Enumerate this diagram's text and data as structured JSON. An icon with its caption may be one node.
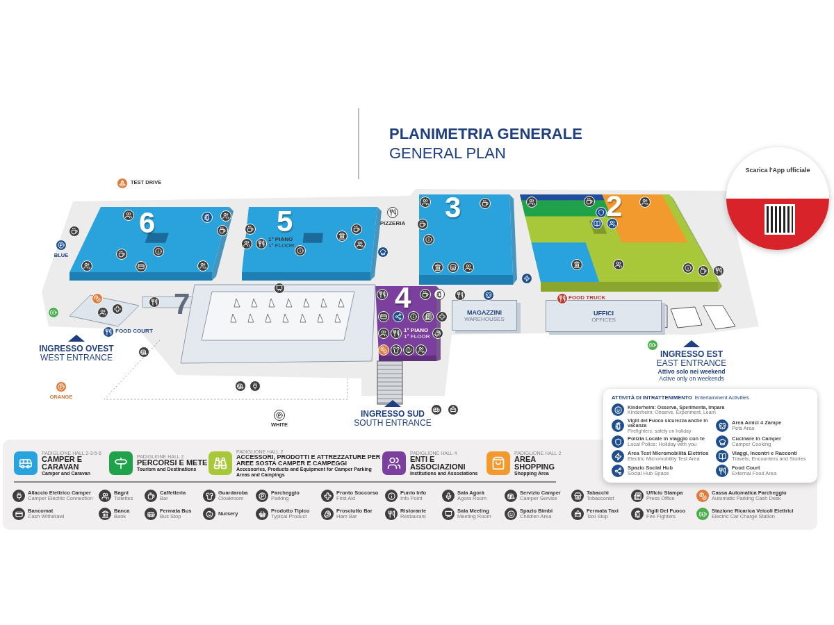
{
  "diagram": {
    "title": "PLANIMETRIA GENERALE",
    "nodes": [
      {
        "text": [
          "6"
        ]
      },
      {
        "text": [
          "5"
        ]
      },
      {
        "text": [
          "3"
        ]
      },
      {
        "text": [
          "2"
        ]
      },
      {
        "text": [
          "4"
        ]
      },
      {
        "text": [
          "7"
        ]
      },
      {
        "text": [
          "MAGAZZINI",
          "WAREHOUSES"
        ]
      },
      {
        "text": [
          "UFFICI",
          "OFFICES"
        ]
      },
      {
        "text": [
          "Scarica l'App ufficiale"
        ]
      }
    ],
    "labels": [
      "GENERAL PLAN",
      "TEST DRIVE",
      "BLUE",
      "ORANGE",
      "WHITE",
      "PIZZERIA",
      "1° PIANO",
      "1° FLOOR",
      "FOOD COURT",
      "1° PIANO",
      "1° FLOOR",
      "FOOD TRUCK",
      "INGRESSO OVEST",
      "WEST ENTRANCE",
      "INGRESSO SUD",
      "SOUTH ENTRANCE",
      "INGRESSO EST",
      "EAST ENTRANCE",
      "Attivo solo nei weekend",
      "Active only on weekends",
      "ATTIVITÀ DI INTRATTENIMENTO",
      "Entertainment Activities",
      "PADIGLIONE HALL 2-3-5-6",
      "PADIGLIONE HALL 2",
      "PADIGLIONE HALL 2",
      "PADIGLIONE HALL 4",
      "PADIGLIONE HALL 2",
      "Camper and Caravan",
      "Tourism and Destinations",
      "Accessories, Products and Equipment for Camper Parking Areas and Campings",
      "Institutions and Associations",
      "Shopping Area",
      "Kinderheim: Observe, Experiment, Learn",
      "Firefighters: safety on holiday",
      "Pets Area",
      "Local Police: Holiday with you",
      "Camper Cooking",
      "Electric Micromobility Test Area",
      "Travels, Encounters and Stories",
      "Social Hub Space",
      "External Food Area",
      "Camper Electric Connection",
      "Cash Withdrawl",
      "Toilettes",
      "Bank",
      "Bar",
      "Bus Stop",
      "Cloakroom",
      "Parking",
      "Typical Product",
      "First Aid",
      "Ham Bar",
      "Info Point",
      "Restaurant",
      "Agora Room",
      "Meeting Room",
      "Camper Service",
      "Children Area",
      "Tobacconist",
      "Taxi Stop",
      "Press Office",
      "Fire Fighters",
      "Automatic Parking Cash Desk",
      "Electric Car Charge Station"
    ],
    "legend": [
      {
        "text": "CAMPER E CARAVAN",
        "color": "#29a3dd"
      },
      {
        "text": "PERCORSI E METE",
        "color": "#1fa24a"
      },
      {
        "text": "ACCESSORI, PRODOTTI E ATTREZZATURE PER AREE SOSTA CAMPER E CAMPEGGI",
        "color": "#a8c83a"
      },
      {
        "text": "ENTI E ASSOCIAZIONI",
        "color": "#7b3f9e"
      },
      {
        "text": "AREA SHOPPING",
        "color": "#f39a2e"
      },
      {
        "text": "Kinderheim: Osserva, Sperimenta, Impara"
      },
      {
        "text": "Vigili del Fuoco sicurezza anche in vacanza"
      },
      {
        "text": "Area Amici 4 Zampe"
      },
      {
        "text": "Polizia Locale in viaggio con te"
      },
      {
        "text": "Cucinare in Camper"
      },
      {
        "text": "Area Test Micromobilità Elettrica"
      },
      {
        "text": "Viaggi, Incontri e Racconti"
      },
      {
        "text": "Spazio Social Hub"
      },
      {
        "text": "Food Court"
      },
      {
        "text": "Allaccio Elettrico Camper"
      },
      {
        "text": "Bancomat"
      },
      {
        "text": "Bagni"
      },
      {
        "text": "Banca"
      },
      {
        "text": "Caffetteria"
      },
      {
        "text": "Fermata Bus"
      },
      {
        "text": "Guardaroba"
      },
      {
        "text": "Nursery"
      },
      {
        "text": "Parcheggio"
      },
      {
        "text": "Prodotto Tipico"
      },
      {
        "text": "Pronto Soccorso"
      },
      {
        "text": "Prosciutto Bar"
      },
      {
        "text": "Punto Info"
      },
      {
        "text": "Ristorante"
      },
      {
        "text": "Sala Agorà"
      },
      {
        "text": "Sala Meeting"
      },
      {
        "text": "Servizio Camper"
      },
      {
        "text": "Spazio Bimbi"
      },
      {
        "text": "Tabacchi"
      },
      {
        "text": "Fermata Taxi"
      },
      {
        "text": "Ufficio Stampa"
      },
      {
        "text": "Vigili Del Fuoco"
      },
      {
        "text": "Cassa Automatica Parcheggio"
      },
      {
        "text": "Stazione Ricarica Veicoli Elettrici"
      }
    ]
  }
}
